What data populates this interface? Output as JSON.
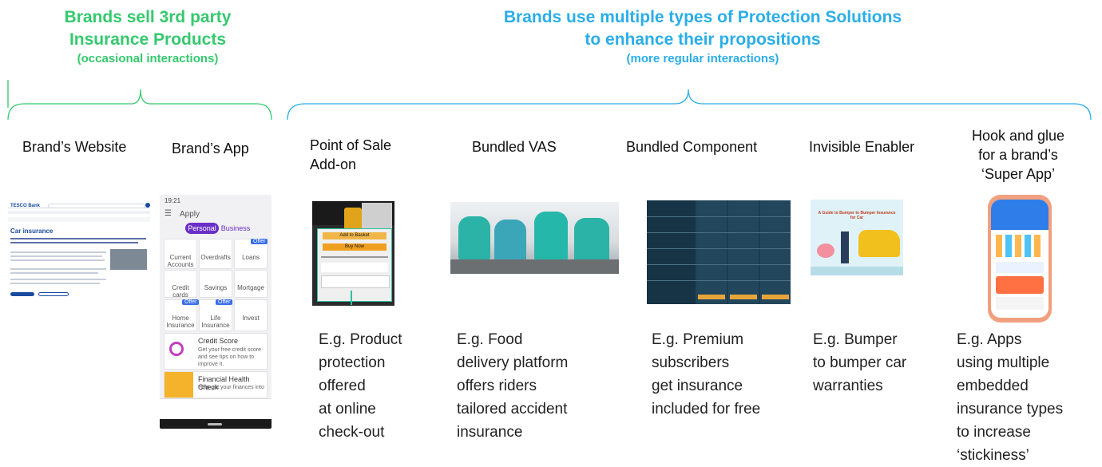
{
  "left_header": {
    "line1": "Brands sell 3rd party",
    "line2": "Insurance Products",
    "sub": "(occasional interactions)"
  },
  "right_header": {
    "line1": "Brands use multiple types of Protection Solutions",
    "line2": "to enhance their propositions",
    "sub": "(more regular interactions)"
  },
  "columns": {
    "website": {
      "title": "Brand’s Website"
    },
    "app": {
      "title": "Brand’s App"
    },
    "pos": {
      "title_l1": "Point of Sale",
      "title_l2": "Add-on",
      "desc": [
        "E.g. Product",
        "protection",
        "offered",
        "at online",
        "check-out"
      ]
    },
    "vas": {
      "title": "Bundled VAS",
      "desc": [
        "E.g. Food",
        "delivery platform",
        "offers riders",
        "tailored accident",
        "insurance"
      ]
    },
    "component": {
      "title": "Bundled Component",
      "desc": [
        "E.g. Premium",
        "subscribers",
        "get insurance",
        "included for free"
      ]
    },
    "invisible": {
      "title": "Invisible Enabler",
      "desc": [
        "E.g. Bumper",
        "to bumper car",
        "warranties"
      ]
    },
    "superapp": {
      "title_l1": "Hook and  glue",
      "title_l2": "for a brand’s",
      "title_l3": "‘Super App’",
      "desc": [
        "E.g. Apps",
        "using multiple",
        "embedded",
        "insurance types",
        "to increase",
        "‘stickiness’"
      ]
    }
  },
  "website_mock": {
    "logo": "TESCO Bank",
    "heading": "Car insurance"
  },
  "app_mock": {
    "time": "19:21",
    "title": "Apply",
    "tabs": [
      "Personal",
      "Business"
    ],
    "tiles": [
      "Current Accounts",
      "Overdrafts",
      "Loans",
      "Credit cards",
      "Savings",
      "Mortgage",
      "Home Insurance",
      "Life Insurance",
      "Invest"
    ],
    "offer": "Offer",
    "credit_title": "Credit Score",
    "credit_text": "Get your free credit score and see tips on how to improve it.",
    "health_title": "Financial Health Check",
    "health_text": "Help get your finances into"
  },
  "pos_mock": {
    "btn1": "Add to Basket",
    "btn2": "Buy Now"
  },
  "invisible_mock": {
    "title": "A Guide to Bumper to Bumper Insurance for Car"
  },
  "colors": {
    "green": "#35c96e",
    "blue": "#2aaee8"
  }
}
